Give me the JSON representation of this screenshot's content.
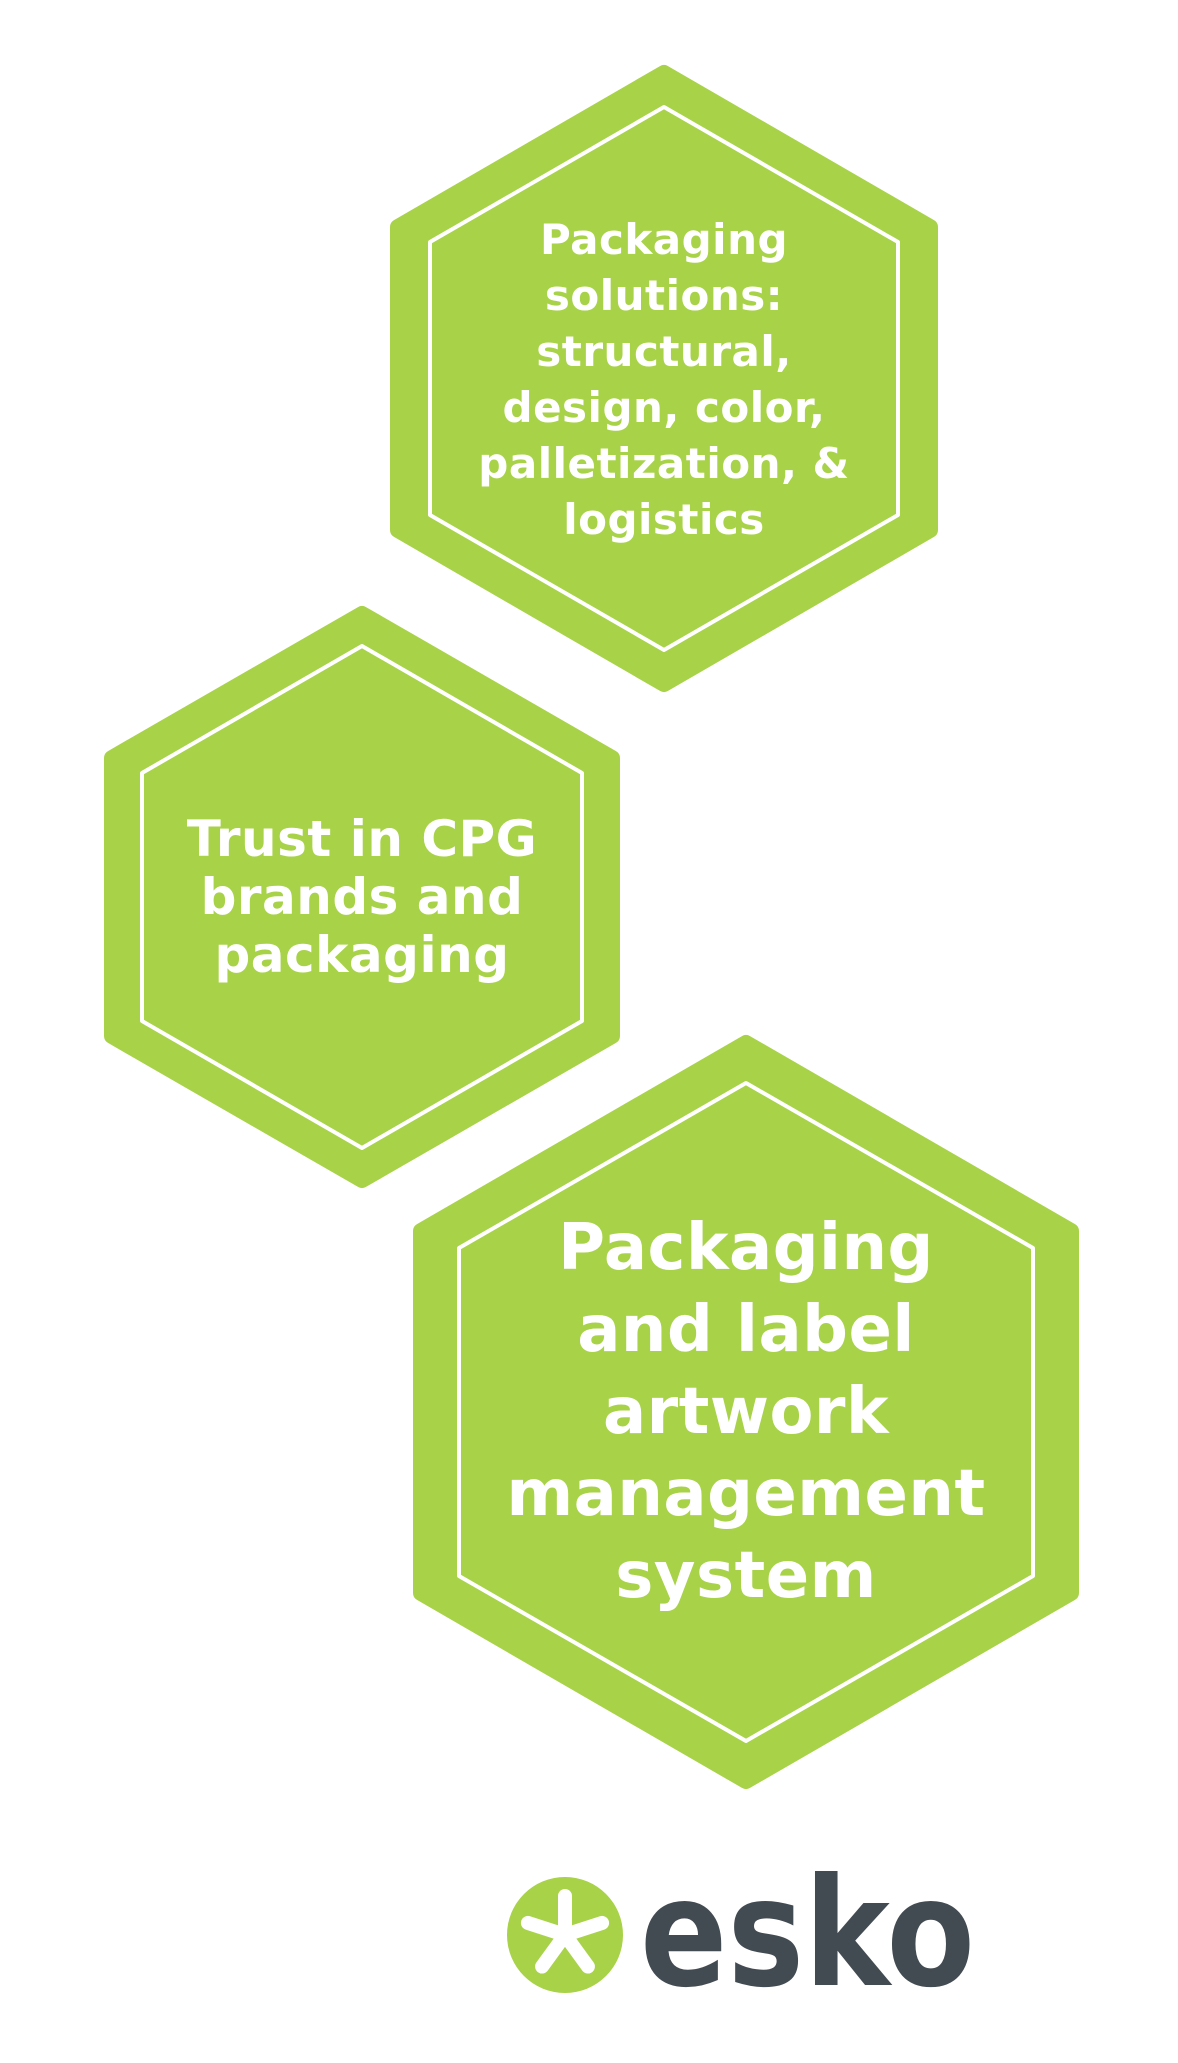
{
  "colors": {
    "hex_fill": "#a8d248",
    "hex_outline": "#ffffff",
    "logo_text": "#434b52",
    "logo_mark": "#a8d248"
  },
  "nodes": [
    {
      "id": "packaging-solutions",
      "text": "Packaging solutions: structural, design, color, palletization, & logistics"
    },
    {
      "id": "trust-cpg",
      "text": "Trust in CPG brands and packaging"
    },
    {
      "id": "artwork-management",
      "text": "Packaging and label artwork management system"
    }
  ],
  "logo": {
    "text": "esko",
    "icon": "asterisk-icon"
  }
}
